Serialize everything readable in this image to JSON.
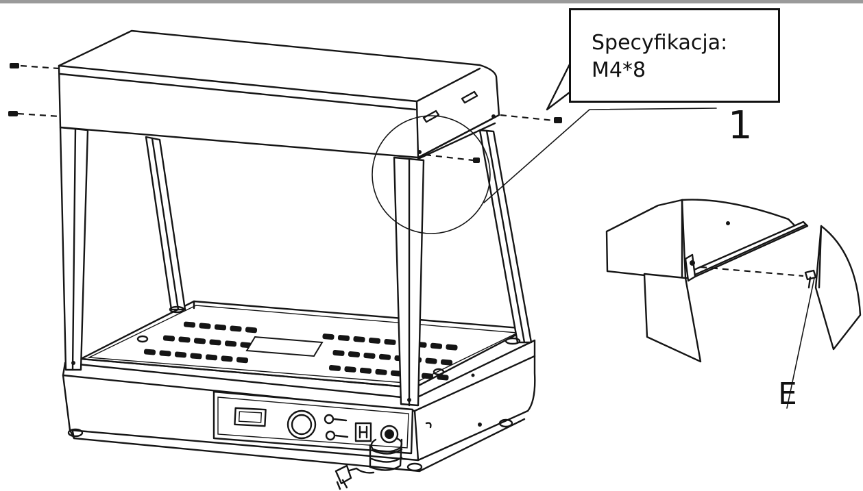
{
  "callout": {
    "line1": "Specyfikacja:",
    "line2": "M4*8"
  },
  "labels": {
    "one": "1",
    "e": "E"
  }
}
